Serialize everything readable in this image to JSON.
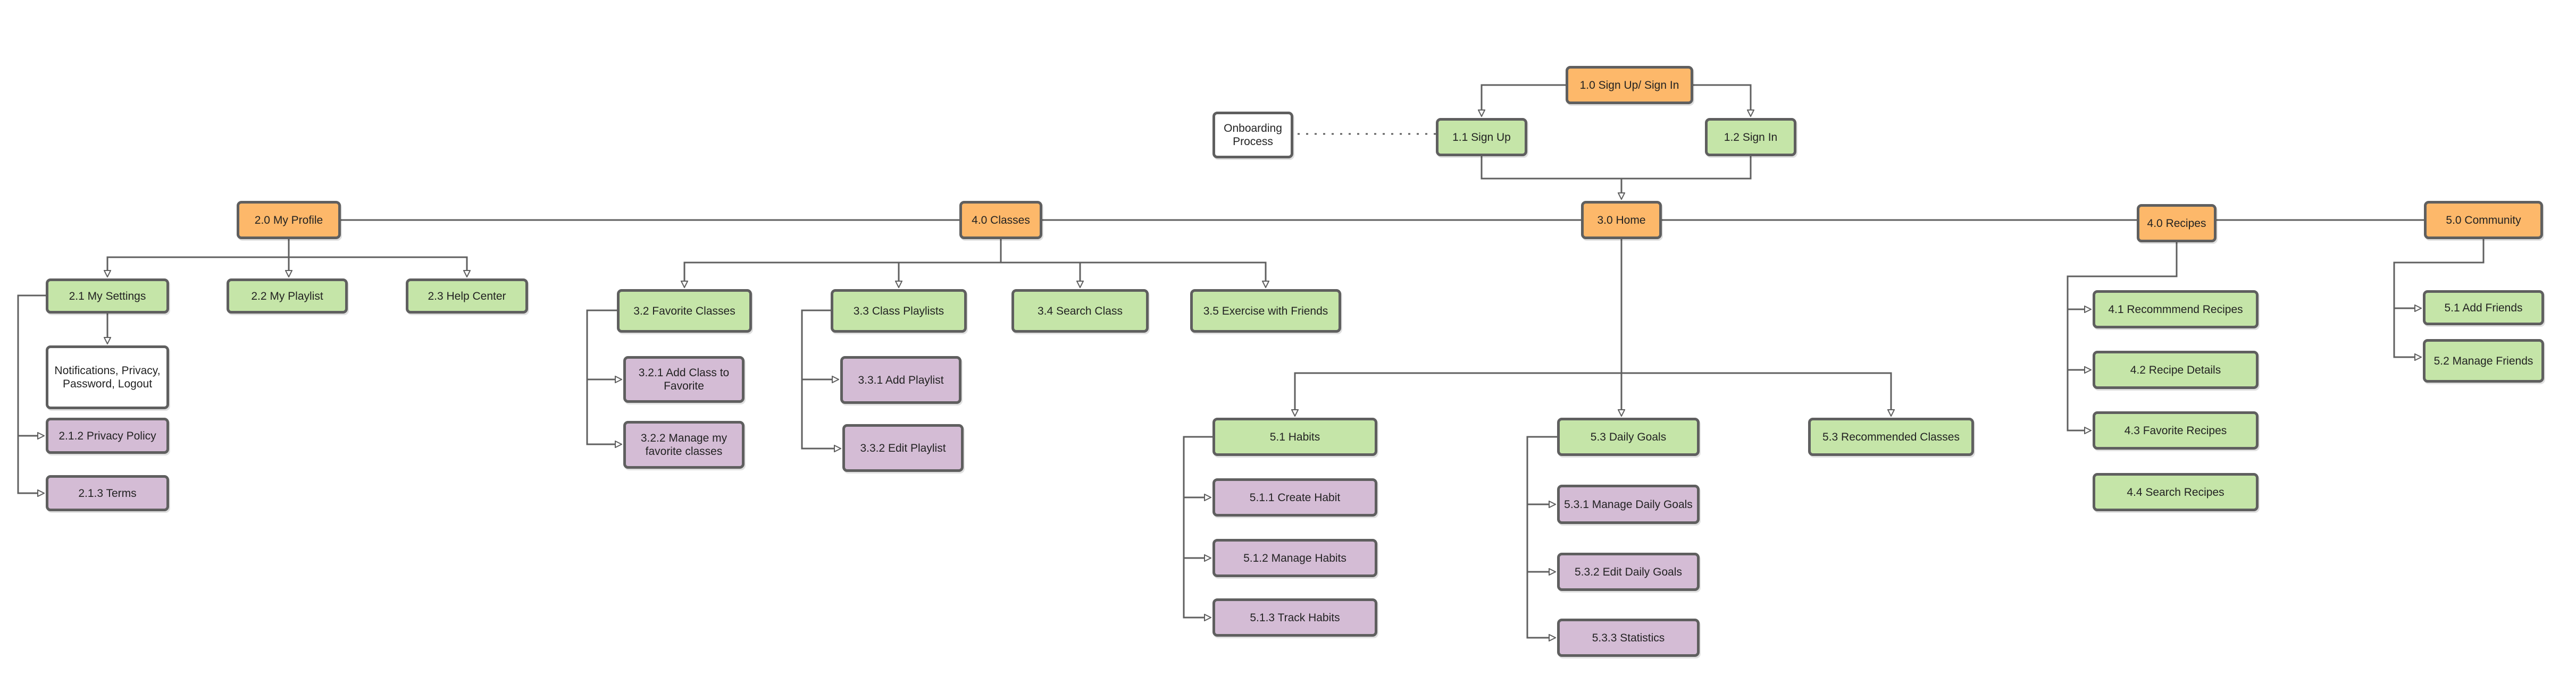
{
  "nodes": {
    "signup_signin": {
      "label": "1.0 Sign Up/ Sign In",
      "color": "orange"
    },
    "signup": {
      "label": "1.1 Sign Up",
      "color": "green"
    },
    "signin": {
      "label": "1.2 Sign In",
      "color": "green"
    },
    "onboarding": {
      "label": "Onboarding Process",
      "color": "white"
    },
    "home": {
      "label": "3.0 Home",
      "color": "orange"
    },
    "my_profile": {
      "label": "2.0  My  Profile",
      "color": "orange"
    },
    "classes": {
      "label": "4.0 Classes",
      "color": "orange"
    },
    "recipes": {
      "label": "4.0 Recipes",
      "color": "orange"
    },
    "community": {
      "label": "5.0 Community",
      "color": "orange"
    },
    "my_settings": {
      "label": "2.1 My Settings",
      "color": "green"
    },
    "my_playlist": {
      "label": "2.2 My Playlist",
      "color": "green"
    },
    "help_center": {
      "label": "2.3 Help Center",
      "color": "green"
    },
    "notifications": {
      "label": "Notifications, Privacy, Password, Logout",
      "color": "white"
    },
    "privacy_policy": {
      "label": "2.1.2 Privacy Policy",
      "color": "purple"
    },
    "terms": {
      "label": "2.1.3 Terms",
      "color": "purple"
    },
    "favorite_classes": {
      "label": "3.2 Favorite Classes",
      "color": "green"
    },
    "class_playlists": {
      "label": "3.3 Class Playlists",
      "color": "green"
    },
    "search_class": {
      "label": "3.4 Search Class",
      "color": "green"
    },
    "exercise_friends": {
      "label": "3.5 Exercise with  Friends",
      "color": "green"
    },
    "add_class_fav": {
      "label": "3.2.1 Add  Class to Favorite",
      "color": "purple"
    },
    "manage_fav": {
      "label": "3.2.2 Manage  my favorite classes",
      "color": "purple"
    },
    "add_playlist": {
      "label": "3.3.1 Add Playlist",
      "color": "purple"
    },
    "edit_playlist": {
      "label": "3.3.2 Edit Playlist",
      "color": "purple"
    },
    "habits": {
      "label": "5.1 Habits",
      "color": "green"
    },
    "create_habit": {
      "label": "5.1.1 Create Habit",
      "color": "purple"
    },
    "manage_habits": {
      "label": "5.1.2 Manage Habits",
      "color": "purple"
    },
    "track_habits": {
      "label": "5.1.3 Track Habits",
      "color": "purple"
    },
    "daily_goals": {
      "label": "5.3 Daily Goals",
      "color": "green"
    },
    "manage_daily_goals": {
      "label": "5.3.1 Manage Daily Goals",
      "color": "purple"
    },
    "edit_daily_goals": {
      "label": "5.3.2 Edit Daily Goals",
      "color": "purple"
    },
    "statistics": {
      "label": "5.3.3 Statistics",
      "color": "purple"
    },
    "recommended_classes": {
      "label": "5.3 Recommended Classes",
      "color": "green"
    },
    "recommend_recipes": {
      "label": "4.1 Recommmend Recipes",
      "color": "green"
    },
    "recipe_details": {
      "label": "4.2 Recipe Details",
      "color": "green"
    },
    "favorite_recipes": {
      "label": "4.3 Favorite Recipes",
      "color": "green"
    },
    "search_recipes": {
      "label": "4.4 Search Recipes",
      "color": "green"
    },
    "add_friends": {
      "label": "5.1 Add Friends",
      "color": "green"
    },
    "manage_friends": {
      "label": "5.2 Manage Friends",
      "color": "green"
    }
  },
  "colors": {
    "orange": "#fdb86a",
    "green": "#c5e5a8",
    "purple": "#d4bcd5",
    "white": "#ffffff",
    "line": "#5f5f5f"
  }
}
